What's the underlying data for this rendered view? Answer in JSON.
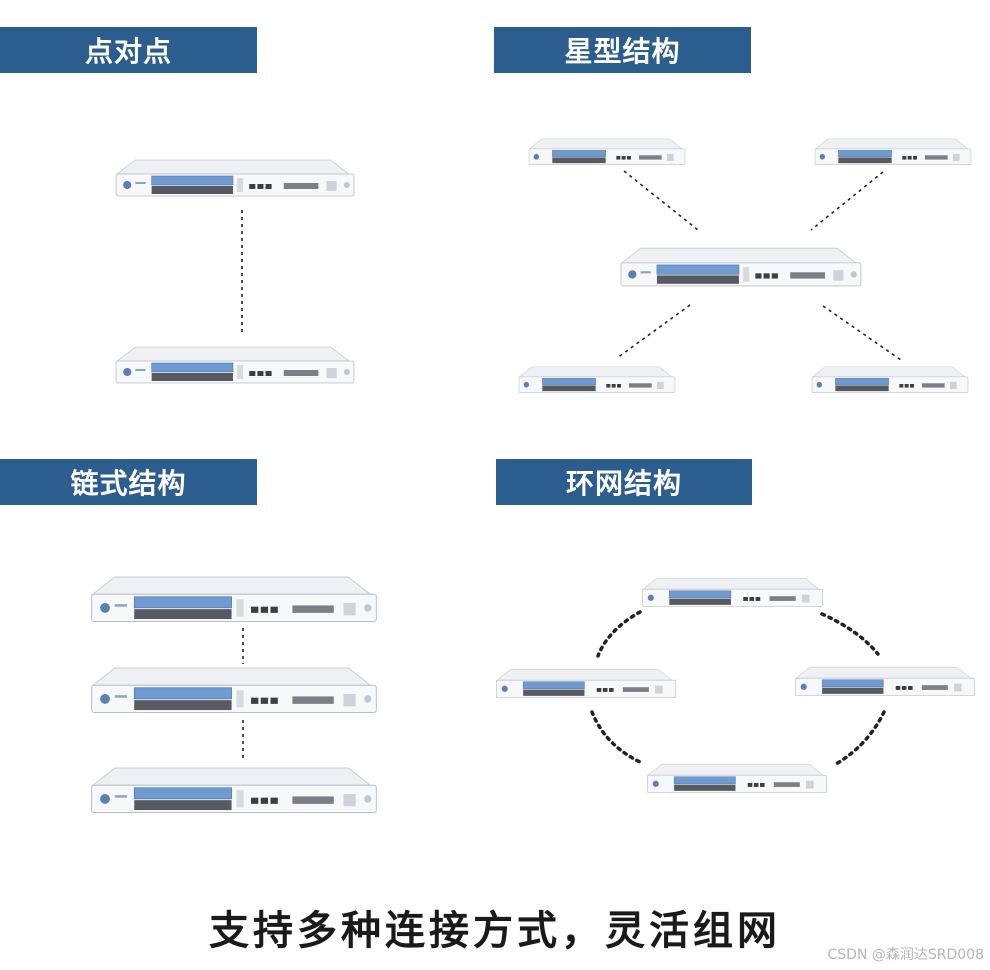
{
  "sections": {
    "point_to_point": {
      "title": "点对点"
    },
    "star": {
      "title": "星型结构"
    },
    "chain": {
      "title": "链式结构"
    },
    "ring": {
      "title": "环网结构"
    }
  },
  "caption": "支持多种连接方式，灵活组网",
  "watermark": "CSDN @森润达SRD008",
  "colors": {
    "banner": "#2b5d8e",
    "banner_text": "#ffffff",
    "link_line": "#222222",
    "caption_text": "#1a1a1a"
  },
  "device_icon": "rack-switch-icon"
}
